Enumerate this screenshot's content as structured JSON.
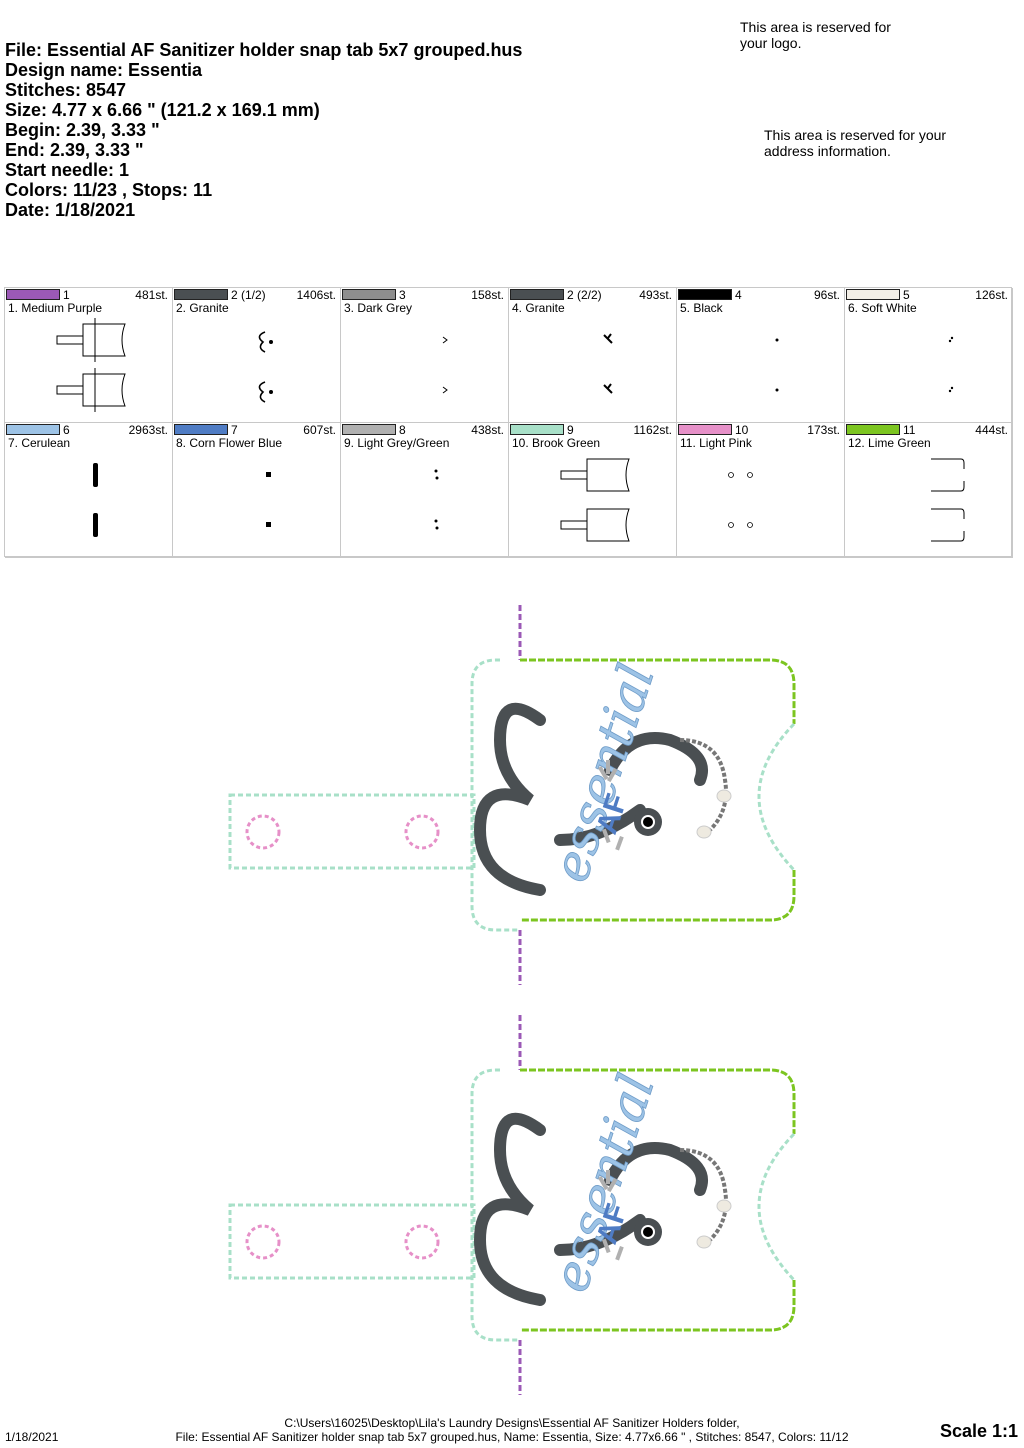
{
  "header": {
    "file": "File: Essential AF Sanitizer holder snap tab 5x7 grouped.hus",
    "design_name": "Design name: Essentia",
    "stitches": "Stitches: 8547",
    "size": "Size: 4.77 x 6.66 \" (121.2 x 169.1 mm)",
    "begin": "Begin: 2.39, 3.33 \"",
    "end": "End: 2.39, 3.33 \"",
    "start_needle": "Start needle: 1",
    "colors": "Colors: 11/23 , Stops: 11",
    "date": "Date: 1/18/2021"
  },
  "notes": {
    "logo": "This area is reserved for your logo.",
    "address": "This area is reserved for your address information."
  },
  "stops": [
    {
      "swatch": "#9b59b6",
      "needle": "1",
      "stitches": "481st.",
      "name": "1. Medium Purple",
      "thumb": "holder"
    },
    {
      "swatch": "#4a4f52",
      "needle": "2 (1/2)",
      "stitches": "1406st.",
      "name": "2. Granite",
      "thumb": "hook"
    },
    {
      "swatch": "#8e8e8e",
      "needle": "3",
      "stitches": "158st.",
      "name": "3. Dark Grey",
      "thumb": "tiny"
    },
    {
      "swatch": "#4a4f52",
      "needle": "2 (2/2)",
      "stitches": "493st.",
      "name": "4. Granite",
      "thumb": "slash"
    },
    {
      "swatch": "#000000",
      "needle": "4",
      "stitches": "96st.",
      "name": "5. Black",
      "thumb": "dot"
    },
    {
      "swatch": "#f3efe7",
      "needle": "5",
      "stitches": "126st.",
      "name": "6. Soft White",
      "thumb": "dot2"
    },
    {
      "swatch": "#9dc3e6",
      "needle": "6",
      "stitches": "2963st.",
      "name": "7. Cerulean",
      "thumb": "text"
    },
    {
      "swatch": "#4f7cc4",
      "needle": "7",
      "stitches": "607st.",
      "name": "8. Corn Flower Blue",
      "thumb": "blob"
    },
    {
      "swatch": "#b0b0b0",
      "needle": "8",
      "stitches": "438st.",
      "name": "9. Light Grey/Green",
      "thumb": "star"
    },
    {
      "swatch": "#a8e0c8",
      "needle": "9",
      "stitches": "1162st.",
      "name": "10. Brook Green",
      "thumb": "holder2"
    },
    {
      "swatch": "#e690c8",
      "needle": "10",
      "stitches": "173st.",
      "name": "11. Light Pink",
      "thumb": "circles"
    },
    {
      "swatch": "#7cc520",
      "needle": "11",
      "stitches": "444st.",
      "name": "12. Lime Green",
      "thumb": "brackets"
    }
  ],
  "design": {
    "text_main": "essential",
    "text_accent": "AF",
    "colors": {
      "purple": "#9b59b6",
      "green": "#7cc520",
      "brook": "#a8e0c8",
      "pink": "#e690c8",
      "granite": "#4a4f52",
      "cerulean": "#9dc3e6",
      "cornflower": "#4f7cc4",
      "grey": "#b0b0b0"
    }
  },
  "footer": {
    "date": "1/18/2021",
    "path": "C:\\Users\\16025\\Desktop\\Lila's Laundry Designs\\Essential AF Sanitizer Holders folder,",
    "file_info": "File: Essential AF Sanitizer holder snap tab 5x7 grouped.hus, Name: Essentia, Size: 4.77x6.66 \" , Stitches: 8547, Colors: 11/12",
    "scale": "Scale 1:1"
  }
}
